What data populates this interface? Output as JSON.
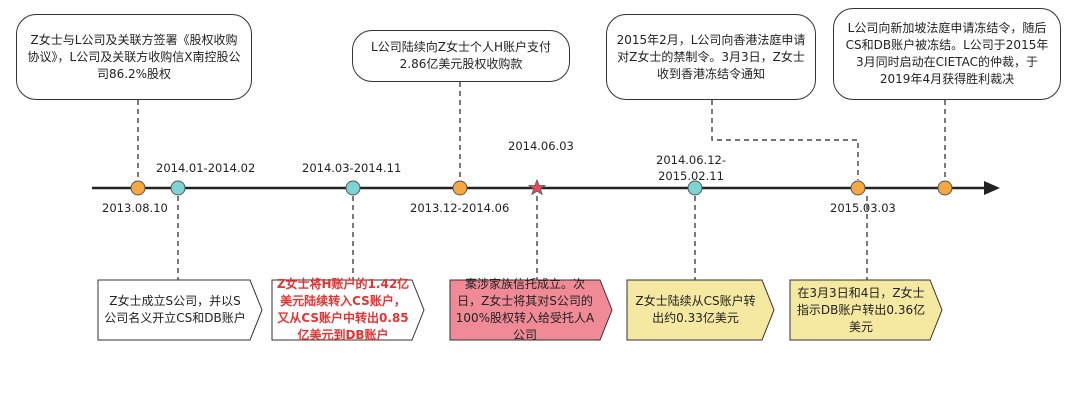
{
  "dates": {
    "d1": "2013.08.10",
    "d2": "2014.01-2014.02",
    "d3": "2014.03-2014.11",
    "d4": "2013.12-2014.06",
    "d5": "2014.06.03",
    "d6_line1": "2014.06.12-",
    "d6_line2": "2015.02.11",
    "d7": "2015.03.03"
  },
  "events_top": {
    "t1": "Z女士与L公司及关联方签署《股权收购协议》，L公司及关联方收购信X南控股公司86.2%股权",
    "t2": "L公司陆续向Z女士个人H账户支付2.86亿美元股权收购款",
    "t3": "2015年2月，L公司向香港法庭申请对Z女士的禁制令。3月3日，Z女士收到香港冻结令通知",
    "t4": "L公司向新加坡法庭申请冻结令，随后CS和DB账户被冻结。L公司于2015年3月同时启动在CIETAC的仲裁，于2019年4月获得胜利裁决"
  },
  "events_bottom": {
    "b1": "Z女士成立S公司，并以S公司名义开立CS和DB账户",
    "b2": "Z女士将H账户的1.42亿美元陆续转入CS账户，又从CS账户中转出0.85亿美元到DB账户",
    "b3": "案涉家族信托成立。次日，Z女士将其对S公司的100%股权转入给受托人A公司",
    "b4": "Z女士陆续从CS账户转出约0.33亿美元",
    "b5": "在3月3日和4日，Z女士指示DB账户转出0.36亿美元"
  },
  "colors": {
    "orange_marker": "#f5a742",
    "teal_marker": "#7dd4d4",
    "star_marker": "#e8485b",
    "red_text": "#e53333",
    "pink_fill": "#f08a96",
    "yellow_fill": "#f5e8a0",
    "line": "#222222"
  }
}
